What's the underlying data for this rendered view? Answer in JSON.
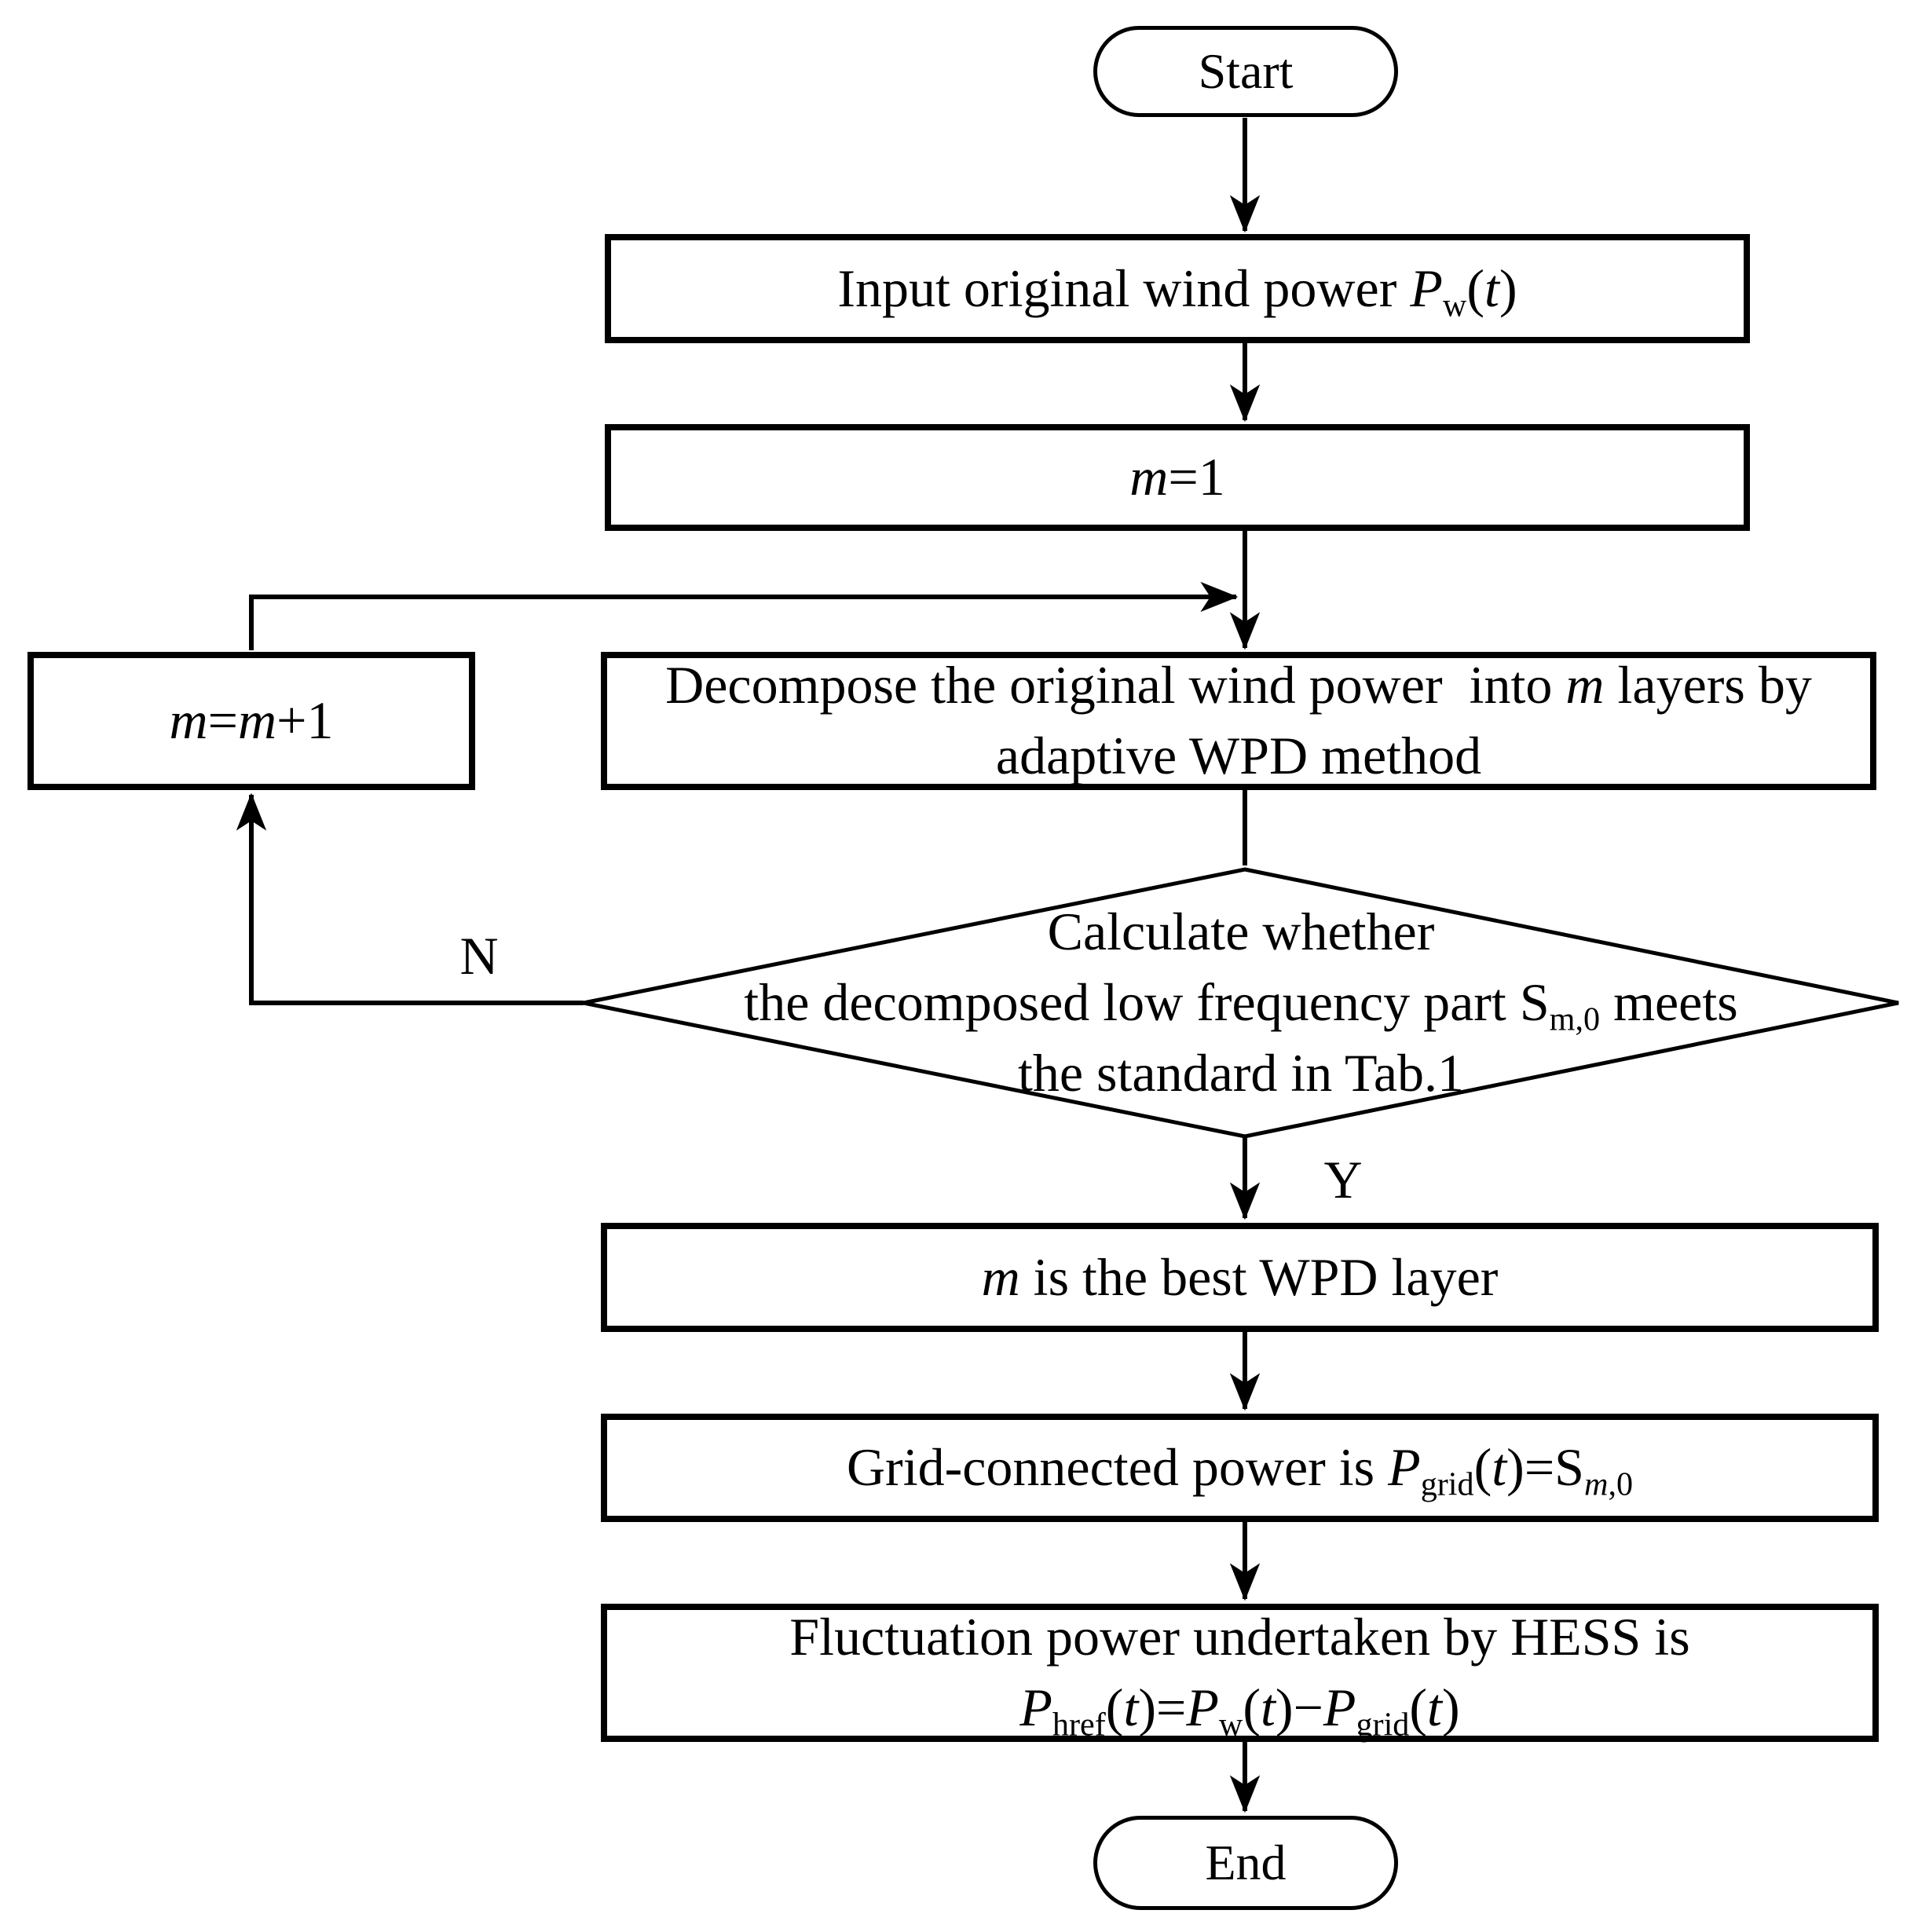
{
  "colors": {
    "stroke": "#000000",
    "background": "#ffffff"
  },
  "labels": {
    "no": "N",
    "yes": "Y"
  },
  "nodes": {
    "start": {
      "type": "terminal",
      "rich": [
        {
          "t": "Start"
        }
      ]
    },
    "input_power": {
      "type": "process",
      "rich": [
        {
          "t": "Input original wind power "
        },
        {
          "t": "P",
          "i": true
        },
        {
          "t": "w",
          "sub": true
        },
        {
          "t": "("
        },
        {
          "t": "t",
          "i": true
        },
        {
          "t": ")"
        }
      ]
    },
    "init_m": {
      "type": "process",
      "rich": [
        {
          "t": "m",
          "i": true
        },
        {
          "t": "=1"
        }
      ]
    },
    "increment_m": {
      "type": "process",
      "rich": [
        {
          "t": "m",
          "i": true
        },
        {
          "t": "="
        },
        {
          "t": "m",
          "i": true
        },
        {
          "t": "+1"
        }
      ]
    },
    "decompose": {
      "type": "process",
      "rich": [
        {
          "t": "Decompose the original wind power  into "
        },
        {
          "t": "m",
          "i": true
        },
        {
          "t": " layers by"
        },
        {
          "br": true
        },
        {
          "t": "adaptive WPD method"
        }
      ]
    },
    "decision": {
      "type": "decision",
      "rich": [
        {
          "t": "Calculate whether"
        },
        {
          "br": true
        },
        {
          "t": "the decomposed low frequency part S"
        },
        {
          "t": "m,0",
          "sub": true
        },
        {
          "t": " meets"
        },
        {
          "br": true
        },
        {
          "t": "the standard in Tab.1"
        }
      ]
    },
    "best_layer": {
      "type": "process",
      "rich": [
        {
          "t": "m",
          "i": true
        },
        {
          "t": " is the best WPD layer"
        }
      ]
    },
    "grid_power": {
      "type": "process",
      "rich": [
        {
          "t": "Grid-connected power is "
        },
        {
          "t": "P",
          "i": true
        },
        {
          "t": "grid",
          "sub": true
        },
        {
          "t": "("
        },
        {
          "t": "t",
          "i": true
        },
        {
          "t": ")=S"
        },
        {
          "t": "m",
          "sub": true,
          "i": true
        },
        {
          "t": ",0",
          "sub": true
        }
      ]
    },
    "hess_power": {
      "type": "process",
      "rich": [
        {
          "t": "Fluctuation power undertaken by HESS is"
        },
        {
          "br": true
        },
        {
          "t": "P",
          "i": true
        },
        {
          "t": "href",
          "sub": true
        },
        {
          "t": "("
        },
        {
          "t": "t",
          "i": true
        },
        {
          "t": ")="
        },
        {
          "t": "P",
          "i": true
        },
        {
          "t": "w",
          "sub": true
        },
        {
          "t": "("
        },
        {
          "t": "t",
          "i": true
        },
        {
          "t": ")−"
        },
        {
          "t": "P",
          "i": true
        },
        {
          "t": "grid",
          "sub": true
        },
        {
          "t": "("
        },
        {
          "t": "t",
          "i": true
        },
        {
          "t": ")"
        }
      ]
    },
    "end": {
      "type": "terminal",
      "rich": [
        {
          "t": "End"
        }
      ]
    }
  }
}
